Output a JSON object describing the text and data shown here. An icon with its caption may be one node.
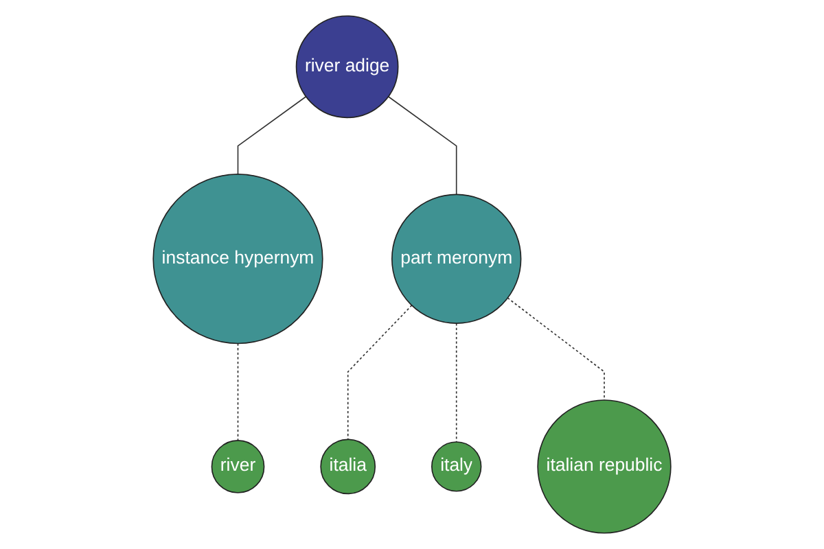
{
  "diagram": {
    "nodes": [
      {
        "text": [
          "river adige"
        ]
      },
      {
        "text": [
          "instance hypernym"
        ]
      },
      {
        "text": [
          "part meronym"
        ]
      },
      {
        "text": [
          "italia"
        ]
      },
      {
        "text": [
          "river"
        ]
      },
      {
        "text": [
          "italy"
        ]
      },
      {
        "text": [
          "italian republic"
        ]
      }
    ],
    "edges": [
      {
        "from": 0,
        "to": 1,
        "arrow": "none"
      },
      {
        "from": 0,
        "to": 2,
        "arrow": "none"
      },
      {
        "from": 1,
        "to": 4,
        "arrow": "none",
        "style": "dashed"
      },
      {
        "from": 2,
        "to": 3,
        "arrow": "none",
        "style": "dashed"
      },
      {
        "from": 2,
        "to": 5,
        "arrow": "none",
        "style": "dashed"
      },
      {
        "from": 2,
        "to": 6,
        "arrow": "none",
        "style": "dashed"
      }
    ]
  }
}
